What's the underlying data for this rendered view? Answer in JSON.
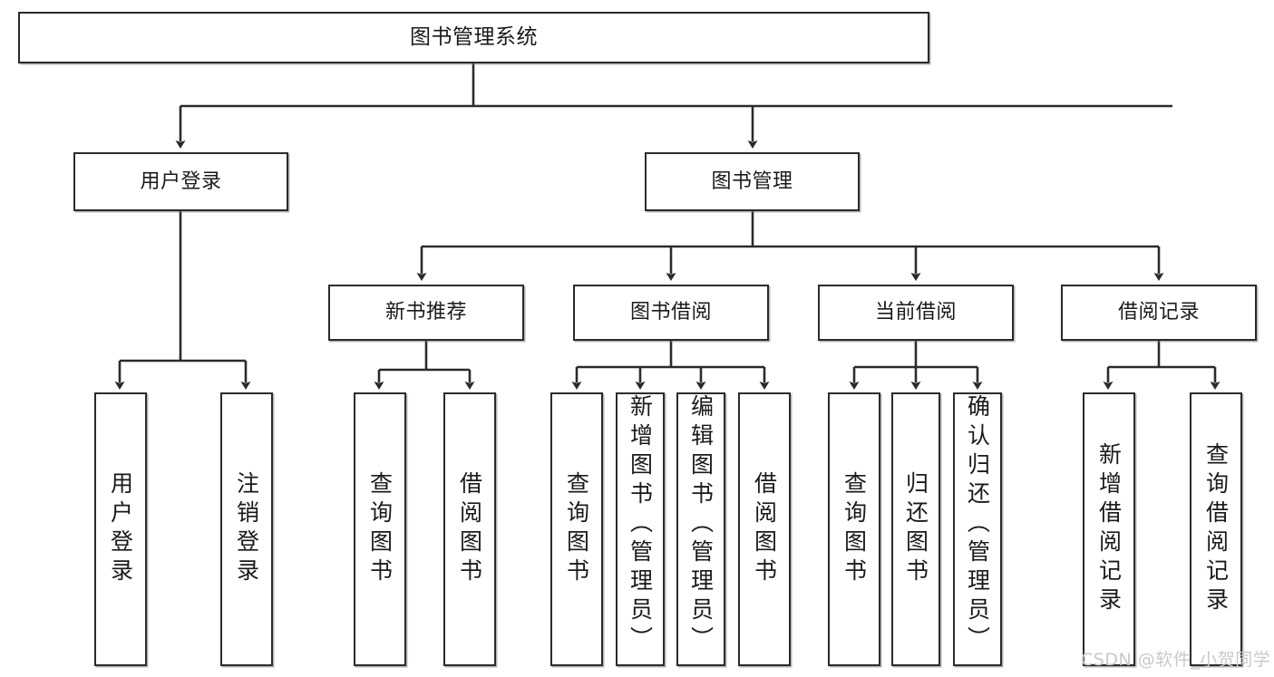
{
  "diagram": {
    "type": "tree-hierarchy-chart",
    "title": "图书管理系统",
    "stroke_color": "#2b2b2b",
    "text_color": "#1a1a1a",
    "background_color": "#ffffff",
    "watermark": "CSDN @软件_小贺同学",
    "watermark_color": "#c9c9c9"
  },
  "nodes": {
    "root": {
      "label": "图书管理系统",
      "level": 1
    },
    "level2": [
      {
        "id": "user-login",
        "label": "用户登录"
      },
      {
        "id": "book-management",
        "label": "图书管理"
      }
    ],
    "level3": [
      {
        "id": "new-book-recommend",
        "label": "新书推荐",
        "parent": "book-management"
      },
      {
        "id": "book-borrow",
        "label": "图书借阅",
        "parent": "book-management"
      },
      {
        "id": "current-borrow",
        "label": "当前借阅",
        "parent": "book-management"
      },
      {
        "id": "borrow-record",
        "label": "借阅记录",
        "parent": "book-management"
      }
    ],
    "leaves": [
      {
        "id": "leaf-user-login",
        "label": "用户登录",
        "parent": "user-login"
      },
      {
        "id": "leaf-logout",
        "label": "注销登录",
        "parent": "user-login"
      },
      {
        "id": "leaf-query-book-1",
        "label": "查询图书",
        "parent": "new-book-recommend"
      },
      {
        "id": "leaf-borrow-book-1",
        "label": "借阅图书",
        "parent": "new-book-recommend"
      },
      {
        "id": "leaf-query-book-2",
        "label": "查询图书",
        "parent": "book-borrow"
      },
      {
        "id": "leaf-add-book",
        "label": "新增图书（管理员）",
        "parent": "book-borrow"
      },
      {
        "id": "leaf-edit-book",
        "label": "编辑图书（管理员）",
        "parent": "book-borrow"
      },
      {
        "id": "leaf-borrow-book-2",
        "label": "借阅图书",
        "parent": "book-borrow"
      },
      {
        "id": "leaf-query-book-3",
        "label": "查询图书",
        "parent": "current-borrow"
      },
      {
        "id": "leaf-return-book",
        "label": "归还图书",
        "parent": "current-borrow"
      },
      {
        "id": "leaf-confirm-return",
        "label": "确认归还（管理员）",
        "parent": "current-borrow"
      },
      {
        "id": "leaf-add-record",
        "label": "新增借阅记录",
        "parent": "borrow-record"
      },
      {
        "id": "leaf-query-record",
        "label": "查询借阅记录",
        "parent": "borrow-record"
      }
    ]
  }
}
